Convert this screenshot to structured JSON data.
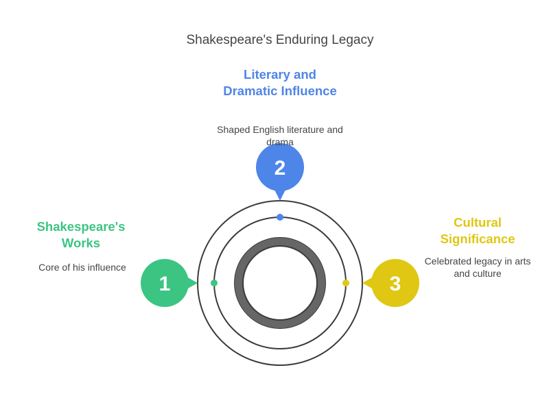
{
  "title": "Shakespeare's Enduring Legacy",
  "colors": {
    "green": "#3cc483",
    "blue": "#4e85e8",
    "yellow": "#dfc714",
    "ring": "#3a3a3a",
    "thick_ring": "#666666"
  },
  "nodes": [
    {
      "number": "1",
      "heading": "Shakespeare's Works",
      "description": "Core of his influence",
      "color": "#3cc483"
    },
    {
      "number": "2",
      "heading": "Literary and Dramatic Influence",
      "description": "Shaped English literature and drama",
      "color": "#4e85e8"
    },
    {
      "number": "3",
      "heading": "Cultural Significance",
      "description": "Celebrated legacy in arts and culture",
      "color": "#dfc714"
    }
  ]
}
